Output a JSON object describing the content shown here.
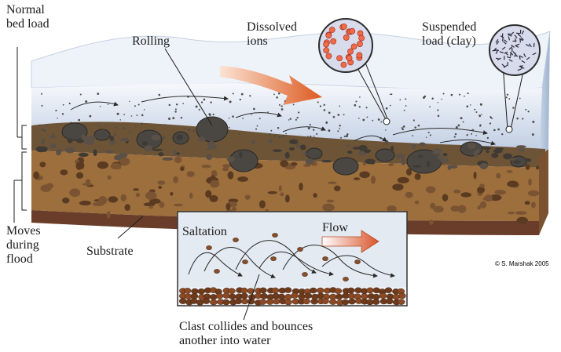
{
  "labels": {
    "normal_bed_load": "Normal\nbed load",
    "rolling": "Rolling",
    "dissolved_ions": "Dissolved\nions",
    "suspended_load": "Suspended\nload (clay)",
    "moves_during_flood": "Moves\nduring\nflood",
    "substrate": "Substrate",
    "saltation": "Saltation",
    "flow": "Flow",
    "clast_collides": "Clast collides and bounces\nanother into water",
    "credit": "© S. Marshak 2005"
  },
  "colors": {
    "water_top": "#f4f7fb",
    "water_front": "#c6d3e6",
    "bed_load": "#6b5233",
    "substrate": "#9a6c3c",
    "substrate_dark": "#6b3f2a",
    "flow_arrow": "#e06a2e",
    "ion_fill": "#f26a45",
    "lens_fill": "#dfe1ef"
  }
}
